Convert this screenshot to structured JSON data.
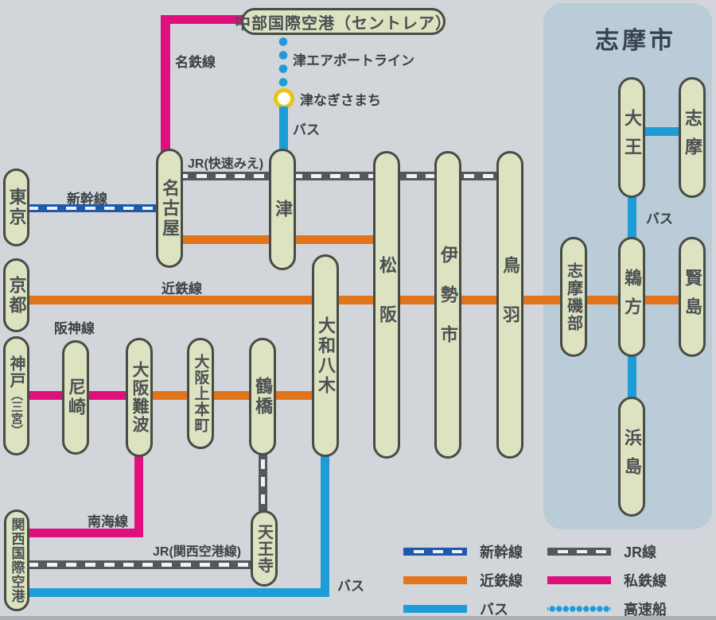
{
  "region_title": "志摩市",
  "stations": {
    "centrair": {
      "label": "中部国際空港（セントレア）"
    },
    "tokyo": {
      "label": "東京"
    },
    "kyoto": {
      "label": "京都"
    },
    "kobe": {
      "label": "神戸",
      "sub": "（三宮）"
    },
    "kansai_airport": {
      "label": "関西国際空港"
    },
    "amagasaki": {
      "label": "尼崎"
    },
    "osaka_namba": {
      "label": "大阪難波"
    },
    "osaka_uehommachi": {
      "label": "大阪上本町"
    },
    "tsuruhashi": {
      "label": "鶴橋"
    },
    "tennoji": {
      "label": "天王寺"
    },
    "nagoya": {
      "label": "名古屋"
    },
    "tsu": {
      "label": "津"
    },
    "yamato_yagi": {
      "label": "大和八木"
    },
    "matsusaka": {
      "label": "松阪"
    },
    "ise_shi": {
      "label": "伊勢市"
    },
    "toba": {
      "label": "鳥羽"
    },
    "shima_isobe": {
      "label": "志摩磯部"
    },
    "ugata": {
      "label": "鵜方"
    },
    "kashikojima": {
      "label": "賢島"
    },
    "daio": {
      "label": "大王"
    },
    "shima": {
      "label": "志摩"
    },
    "hamajima": {
      "label": "浜島"
    }
  },
  "line_labels": {
    "meitetsu": "名鉄線",
    "airport_line": "津エアポートライン",
    "tsu_nagisamachi": "津なぎさまち",
    "bus_top": "バス",
    "jr_mie": "JR(快速みえ)",
    "shinkansen": "新幹線",
    "kintetsu": "近鉄線",
    "hanshin": "阪神線",
    "nankai": "南海線",
    "jr_kanku": "JR(関西空港線)",
    "bus_bottom": "バス",
    "bus_shima": "バス"
  },
  "legend": {
    "items": [
      {
        "label": "新幹線",
        "type": "shinkansen-dashed"
      },
      {
        "label": "JR線",
        "type": "jr-dashed"
      },
      {
        "label": "近鉄線",
        "type": "kintetsu-solid-orange"
      },
      {
        "label": "私鉄線",
        "type": "private-rail-solid-pink"
      },
      {
        "label": "バス",
        "type": "bus-solid-blue"
      },
      {
        "label": "高速船",
        "type": "boat-dotted-blue"
      }
    ]
  },
  "colors": {
    "bg": "#d2d6da",
    "panel": "#b9ccd8",
    "pill": "#dde3c1",
    "pill-border": "#474c45",
    "orange": "#e2741b",
    "pink": "#df0f7e",
    "bus": "#1e9cd7",
    "shink": "#1e59ac",
    "jr": "#53585e",
    "yellow": "#e6c515"
  }
}
